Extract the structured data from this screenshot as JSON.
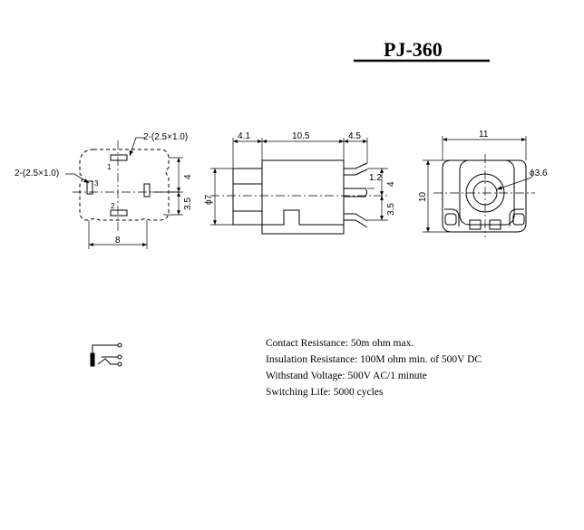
{
  "title": "PJ-360",
  "front_view": {
    "pad_label_top": "2-(2.5×1.0)",
    "pad_label_left": "2-(2.5×1.0)",
    "pin_1": "1",
    "pin_2": "2",
    "pin_3": "3",
    "dim_height_upper": "4",
    "dim_height_lower": "3.5",
    "dim_width": "8"
  },
  "side_view": {
    "dim_a": "4.1",
    "dim_b": "10.5",
    "dim_c": "4.5",
    "dim_diameter": "ϕ7",
    "dim_pin_gap": "1.2",
    "dim_pin_upper": "4",
    "dim_pin_lower": "3.5"
  },
  "end_view": {
    "dim_width": "11",
    "dim_height": "10",
    "dim_hole": "ϕ3.6"
  },
  "specs": [
    "Contact Resistance:    50m ohm max.",
    "Insulation Resistance: 100M ohm min. of 500V DC",
    "Withstand Voltage: 500V AC/1 minute",
    "Switching Life: 5000 cycles"
  ]
}
